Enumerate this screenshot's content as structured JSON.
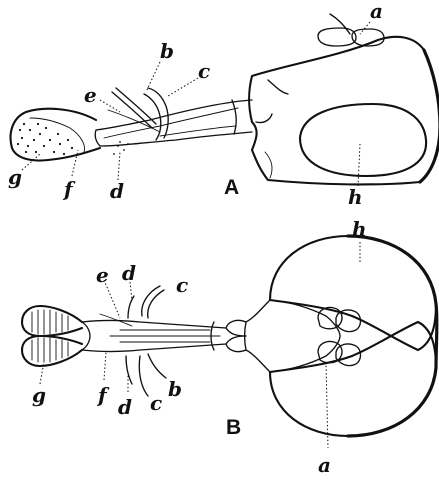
{
  "figure": {
    "panel_a": {
      "title": "A",
      "labels": {
        "a": "a",
        "b": "b",
        "c": "c",
        "d": "d",
        "e": "e",
        "f": "f",
        "g": "g",
        "h": "h"
      }
    },
    "panel_b": {
      "title": "B",
      "labels": {
        "a": "a",
        "b": "b",
        "c_top": "c",
        "c_bottom": "c",
        "d_top": "d",
        "d_bottom": "d",
        "e": "e",
        "f": "f",
        "g": "g",
        "h": "h"
      }
    }
  }
}
